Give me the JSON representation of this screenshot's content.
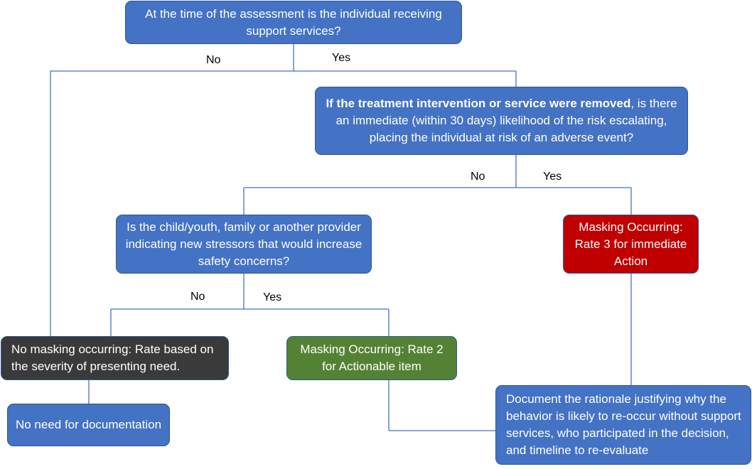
{
  "colors": {
    "connector": "#4472c4",
    "box_blue": "#4472c4",
    "box_red": "#c00000",
    "box_dark": "#3a3a3a",
    "box_green": "#548235",
    "box_border": "#2f5597"
  },
  "nodes": {
    "q1": {
      "text": "At the time of the assessment is the individual receiving support services?"
    },
    "q2": {
      "bold": "If the treatment intervention or service were removed",
      "text": ", is there an immediate (within 30 days) likelihood of the risk escalating, placing the individual at risk of an adverse event?"
    },
    "q3": {
      "text": "Is the child/youth, family or another provider indicating new stressors that would increase safety concerns?"
    },
    "rate3": {
      "text": "Masking Occurring: Rate 3 for immediate Action"
    },
    "no_masking": {
      "text": "No masking occurring: Rate based on the severity of presenting need."
    },
    "rate2": {
      "text": "Masking Occurring: Rate 2 for Actionable item"
    },
    "no_doc": {
      "text": "No need for documentation"
    },
    "document": {
      "text": "Document the rationale justifying why the behavior is likely to re-occur without support services, who participated in the decision, and timeline to re-evaluate"
    }
  },
  "edge_labels": {
    "q1_no": "No",
    "q1_yes": "Yes",
    "q2_no": "No",
    "q2_yes": "Yes",
    "q3_no": "No",
    "q3_yes": "Yes"
  }
}
